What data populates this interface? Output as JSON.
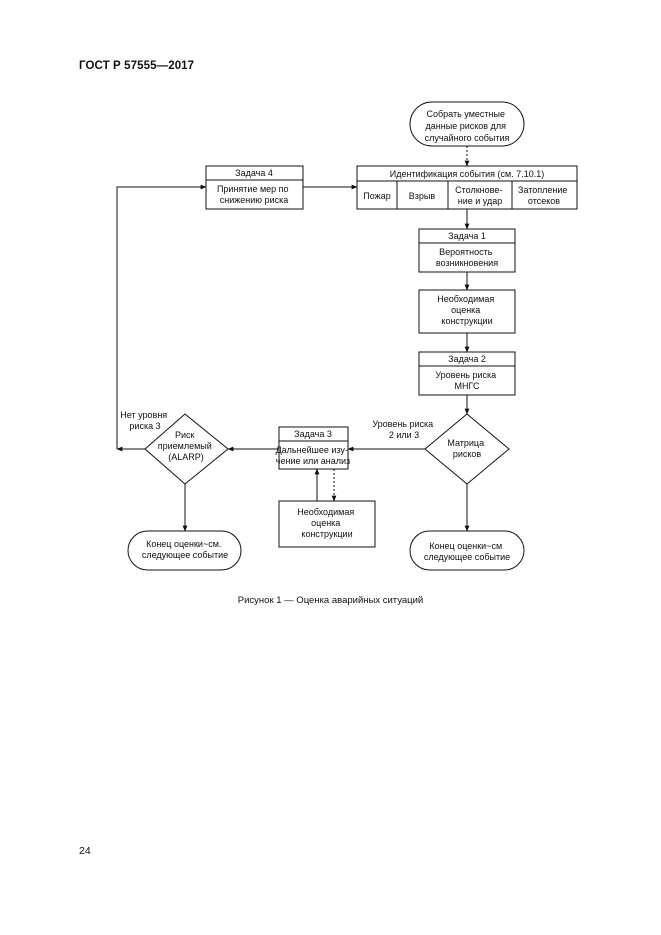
{
  "header": {
    "doc_id": "ГОСТ Р 57555—2017"
  },
  "page_number": "24",
  "caption": "Рисунок 1 — Оценка аварийных ситуаций",
  "flowchart": {
    "start": [
      "Собрать уместные",
      "данные рисков для",
      "случайного события"
    ],
    "identification": {
      "title": "Идентификация события (см. 7.10.1)",
      "cells": [
        [
          "Пожар"
        ],
        [
          "Взрыв"
        ],
        [
          "Столкнове-",
          "ние и удар"
        ],
        [
          "Затопление",
          "отсеков"
        ]
      ]
    },
    "task1": {
      "title": "Задача 1",
      "body": [
        "Вероятность",
        "возникновения"
      ]
    },
    "assessment_main": [
      "Необходимая",
      "оценка",
      "конструкции"
    ],
    "task2": {
      "title": "Задача 2",
      "body": [
        "Уровень риска",
        "МНГС"
      ]
    },
    "matrix": [
      "Матрица",
      "рисков"
    ],
    "risk_level_2_3": [
      "Уровень риска",
      "2 или 3"
    ],
    "end_right": [
      "Конец оценки~см",
      "следующее событие"
    ],
    "task3": {
      "title": "Задача 3",
      "body": [
        "Дальнейшее изу-",
        "чение или анализ"
      ]
    },
    "assessment_side": [
      "Необходимая",
      "оценка",
      "конструкции"
    ],
    "risk_acceptable": [
      "Риск",
      "приемлемый",
      "(ALARP)"
    ],
    "no_risk_level_3": [
      "Нет уровня",
      "риска 3"
    ],
    "end_left": [
      "Конец оценки~см.",
      "следующее событие"
    ],
    "task4": {
      "title": "Задача 4",
      "body": [
        "Принятие мер по",
        "снижению риска"
      ]
    }
  }
}
